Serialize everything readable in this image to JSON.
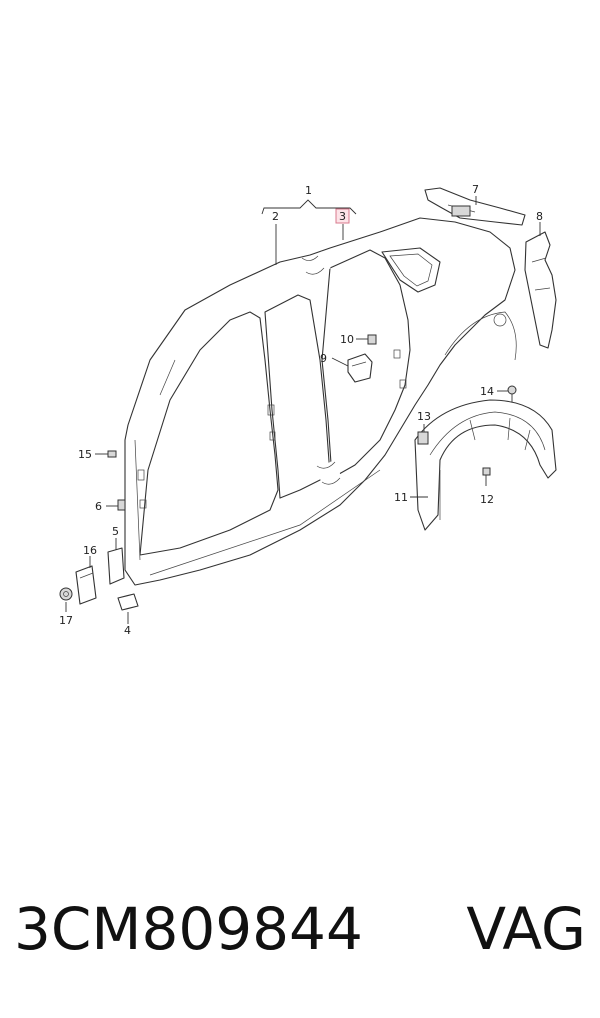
{
  "footer": {
    "part_number": "3CM809844",
    "brand": "VAG"
  },
  "callouts": {
    "c1": "1",
    "c2": "2",
    "c3": "3",
    "c4": "4",
    "c5": "5",
    "c6": "6",
    "c7": "7",
    "c8": "8",
    "c9": "9",
    "c10": "10",
    "c11": "11",
    "c12": "12",
    "c13": "13",
    "c14": "14",
    "c15": "15",
    "c16": "16",
    "c17": "17"
  },
  "highlighted_callout": "3",
  "colors": {
    "highlight": "#fde3e8",
    "line": "#333333"
  }
}
